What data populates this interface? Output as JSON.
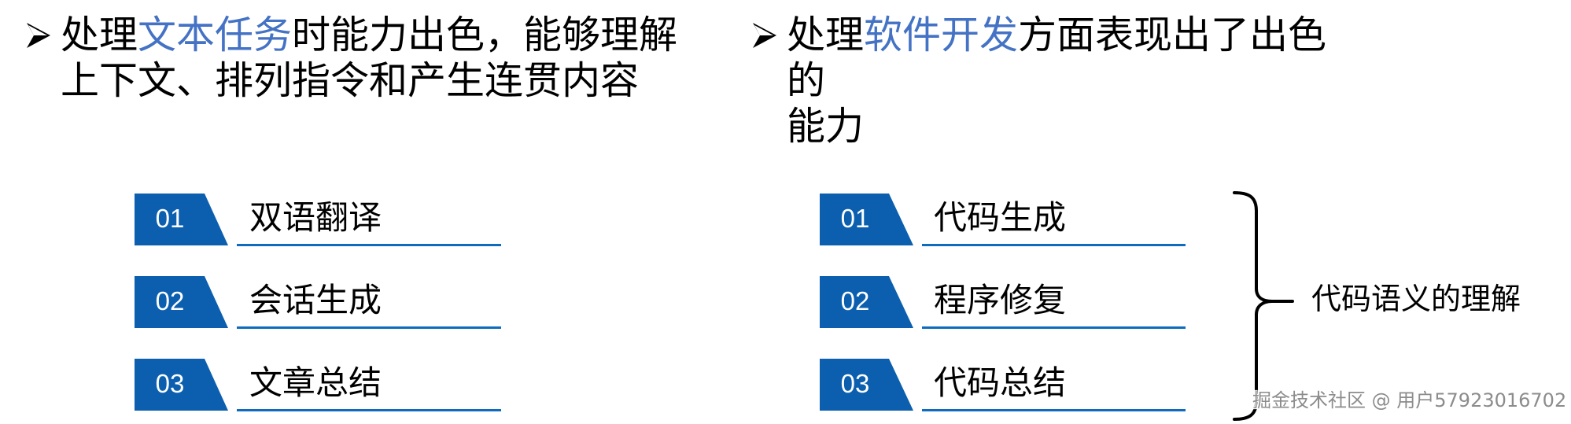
{
  "colors": {
    "highlight": "#4472C4",
    "badge": "#0B5FAE",
    "rule": "#0E6BBE",
    "text": "#000000",
    "watermark": "#8c8c8c"
  },
  "left": {
    "heading": {
      "prefix": "处理",
      "highlight": "文本任务",
      "suffix_line1": "时能力出色，能够理解",
      "line2": "上下文、排列指令和产生连贯内容",
      "bullet_icon": "arrow-bullet"
    },
    "items": [
      {
        "num": "01",
        "label": "双语翻译"
      },
      {
        "num": "02",
        "label": "会话生成"
      },
      {
        "num": "03",
        "label": "文章总结"
      }
    ]
  },
  "right": {
    "heading": {
      "prefix": "处理",
      "highlight": "软件开发",
      "suffix_line1": "方面表现出了出色的",
      "line2": "能力",
      "bullet_icon": "arrow-bullet"
    },
    "items": [
      {
        "num": "01",
        "label": "代码生成"
      },
      {
        "num": "02",
        "label": "程序修复"
      },
      {
        "num": "03",
        "label": "代码总结"
      }
    ],
    "brace_label": "代码语义的理解"
  },
  "watermark": "掘金技术社区 @ 用户57923016702"
}
